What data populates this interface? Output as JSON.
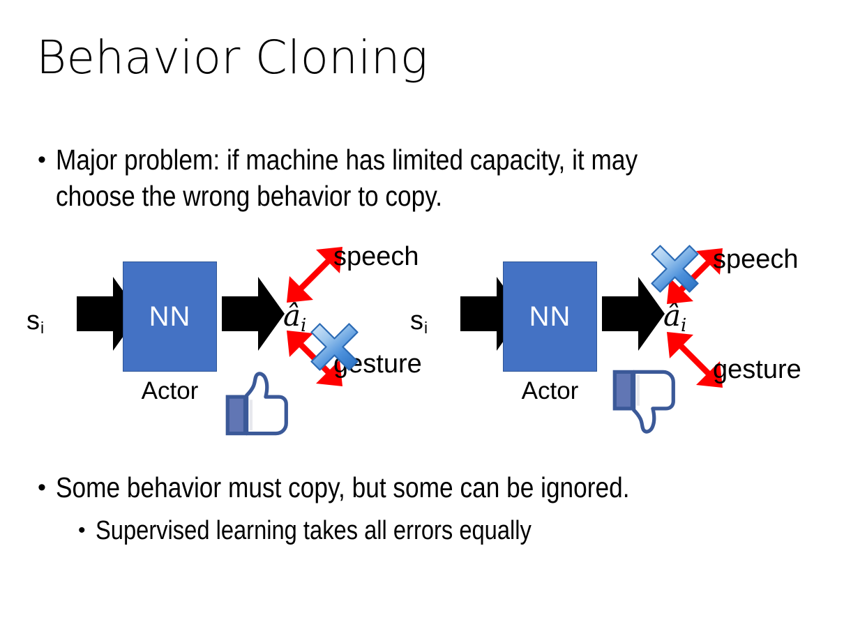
{
  "slide": {
    "title": "Behavior Cloning",
    "background_color": "#FFFFFF"
  },
  "bullets": {
    "top": "Major problem: if machine has limited capacity, it may choose the wrong behavior to copy.",
    "bottom_level1": "Some behavior must copy, but some can be ignored.",
    "bottom_level2": "Supervised learning takes all errors equally",
    "marker": "•"
  },
  "diagrams": [
    {
      "id": "left",
      "input_label": "s",
      "input_subscript": "i",
      "box_label": "NN",
      "box_caption": "Actor",
      "output_label": "â",
      "output_subscript": "i",
      "branch_upper": "speech",
      "branch_lower": "gesture",
      "crossed_branch": "gesture",
      "verdict_icon": "thumbs-up-icon"
    },
    {
      "id": "right",
      "input_label": "s",
      "input_subscript": "i",
      "box_label": "NN",
      "box_caption": "Actor",
      "output_label": "â",
      "output_subscript": "i",
      "branch_upper": "speech",
      "branch_lower": "gesture",
      "crossed_branch": "speech",
      "verdict_icon": "thumbs-down-icon"
    }
  ],
  "colors": {
    "nn_box_fill": "#4472C4",
    "nn_box_stroke": "#2E5596",
    "arrow_black": "#000000",
    "arrow_red": "#FF0000",
    "x_mark_blue_light": "#C9E0F7",
    "x_mark_blue_dark": "#3E87D8",
    "thumb_outline": "#3B5998",
    "thumb_fill": "#FFFFFF",
    "thumb_cuff": "#6176B4",
    "text": "#000000"
  }
}
